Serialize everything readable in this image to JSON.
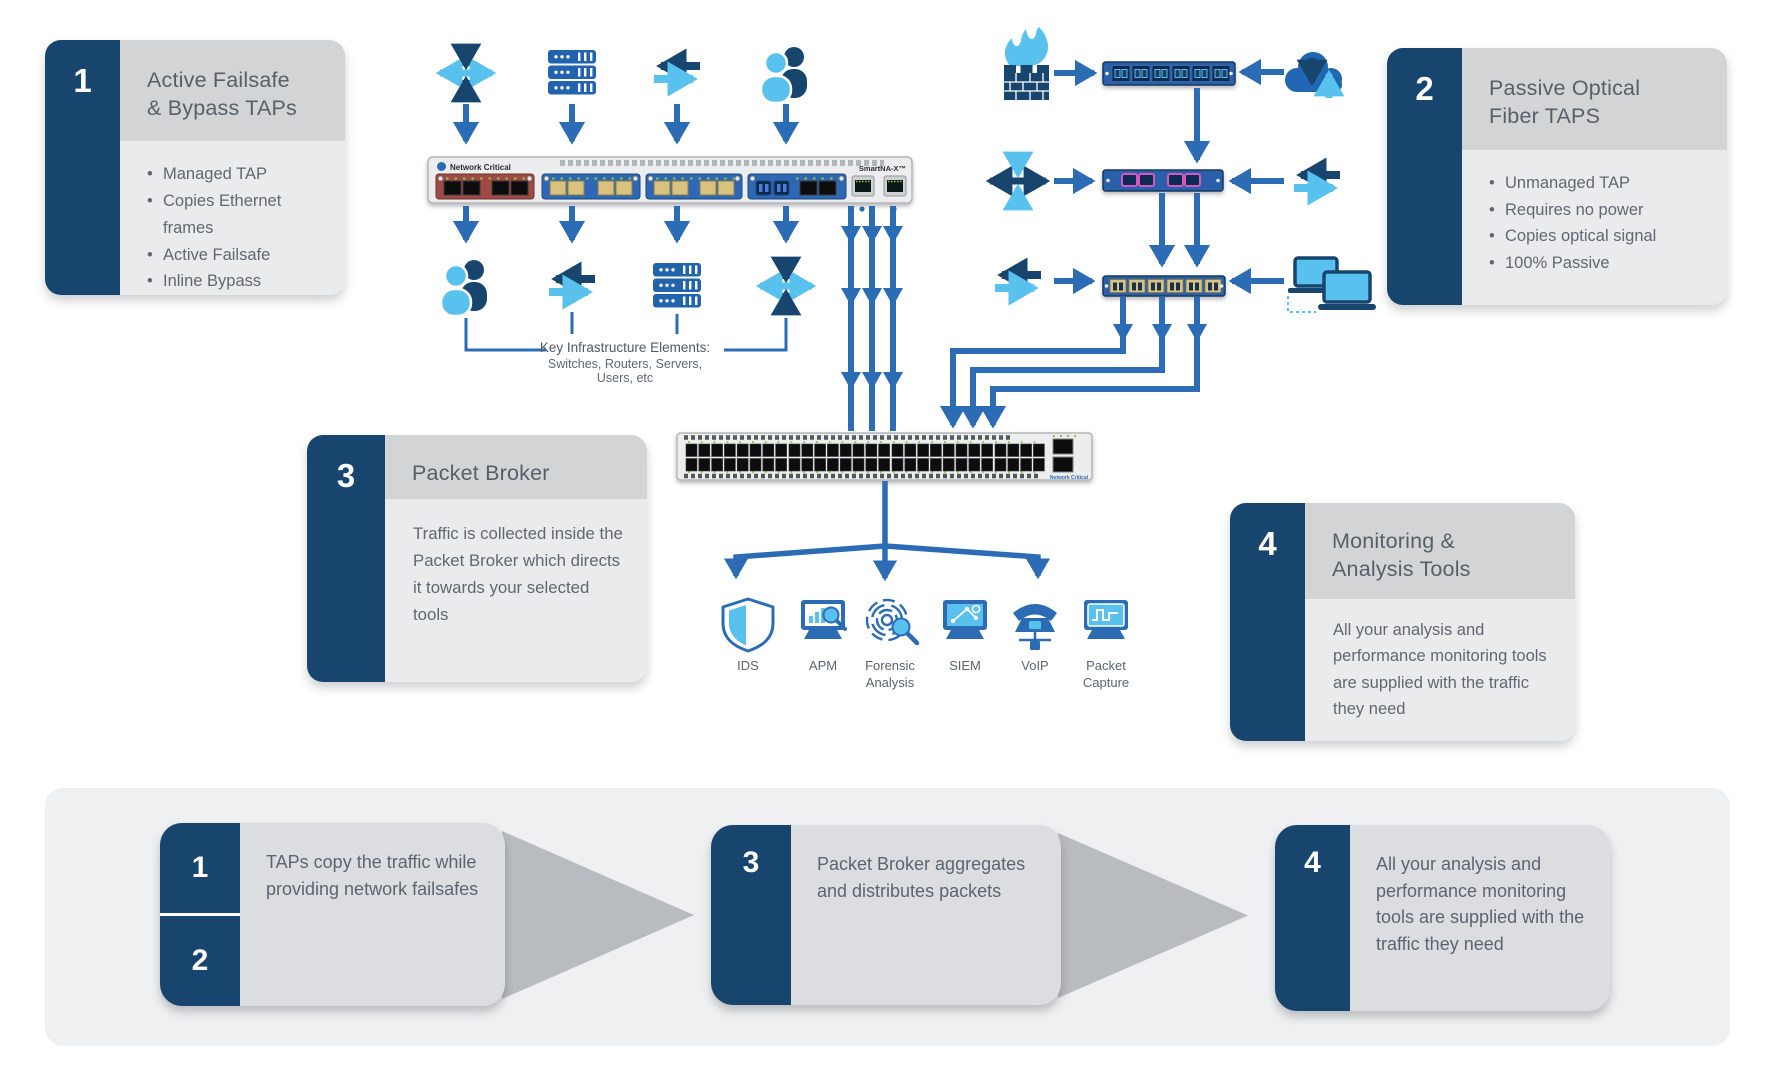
{
  "colors": {
    "navy": "#17456e",
    "blue": "#2b6cb4",
    "light_blue": "#58c1ee",
    "red_module": "#a04a44",
    "header_gray": "#d3d4d6",
    "body_gray": "#eaebed",
    "band_gray": "#eef0f1",
    "step_gray": "#dbdde0",
    "triangle_gray": "#b8bcc0",
    "text": "#5b6570",
    "led_green": "#8dc63f"
  },
  "icons": {
    "multidirection-arrows-icon": "two-tone crossed arrows",
    "server-rack-icon": "stacked server units",
    "sync-arrows-icon": "opposing left/right arrows",
    "users-icon": "two people",
    "firewall-icon": "brick wall with flames",
    "cloud-icon": "cloud with up/down transfer arrows",
    "laptops-icon": "two laptop computers",
    "shield-icon": "security shield",
    "apm-icon": "laptop with bar chart and magnifier",
    "fingerprint-icon": "fingerprint with magnifier",
    "siem-icon": "monitor with network graph",
    "voip-phone-icon": "desk phone with network node",
    "packet-capture-icon": "monitor with waveform"
  },
  "callouts": [
    {
      "number": "1",
      "title_lines": [
        "Active Failsafe",
        "& Bypass TAPs"
      ],
      "bullets": [
        "Managed TAP",
        "Copies Ethernet frames",
        "Active Failsafe",
        "Inline Bypass"
      ]
    },
    {
      "number": "2",
      "title_lines": [
        "Passive Optical",
        "Fiber TAPS"
      ],
      "bullets": [
        "Unmanaged TAP",
        "Requires no power",
        "Copies optical signal",
        "100% Passive"
      ]
    },
    {
      "number": "3",
      "title_lines": [
        "Packet Broker"
      ],
      "body": "Traffic is collected inside the Packet Broker which directs it towards your selected tools"
    },
    {
      "number": "4",
      "title_lines": [
        "Monitoring &",
        "Analysis Tools"
      ],
      "body": "All your analysis and performance monitoring tools are supplied with the traffic they need"
    }
  ],
  "diagram": {
    "chassis_brand": "Network Critical",
    "chassis_model": "SmartNA-X™",
    "broker_brand": "Network Critical",
    "infra_note": {
      "line1": "Key Infrastructure Elements:",
      "line2": "Switches, Routers, Servers,",
      "line3": "Users, etc"
    },
    "tools": [
      {
        "label": "IDS",
        "label2": ""
      },
      {
        "label": "APM",
        "label2": ""
      },
      {
        "label": "Forensic",
        "label2": "Analysis"
      },
      {
        "label": "SIEM",
        "label2": ""
      },
      {
        "label": "VoIP",
        "label2": ""
      },
      {
        "label": "Packet",
        "label2": "Capture"
      }
    ]
  },
  "steps": [
    {
      "numbers": [
        "1",
        "2"
      ],
      "text": "TAPs copy the traffic while providing network failsafes"
    },
    {
      "numbers": [
        "3"
      ],
      "text": "Packet Broker aggregates and distributes packets"
    },
    {
      "numbers": [
        "4"
      ],
      "text": "All your analysis and performance monitoring tools are supplied with the traffic they need"
    }
  ]
}
